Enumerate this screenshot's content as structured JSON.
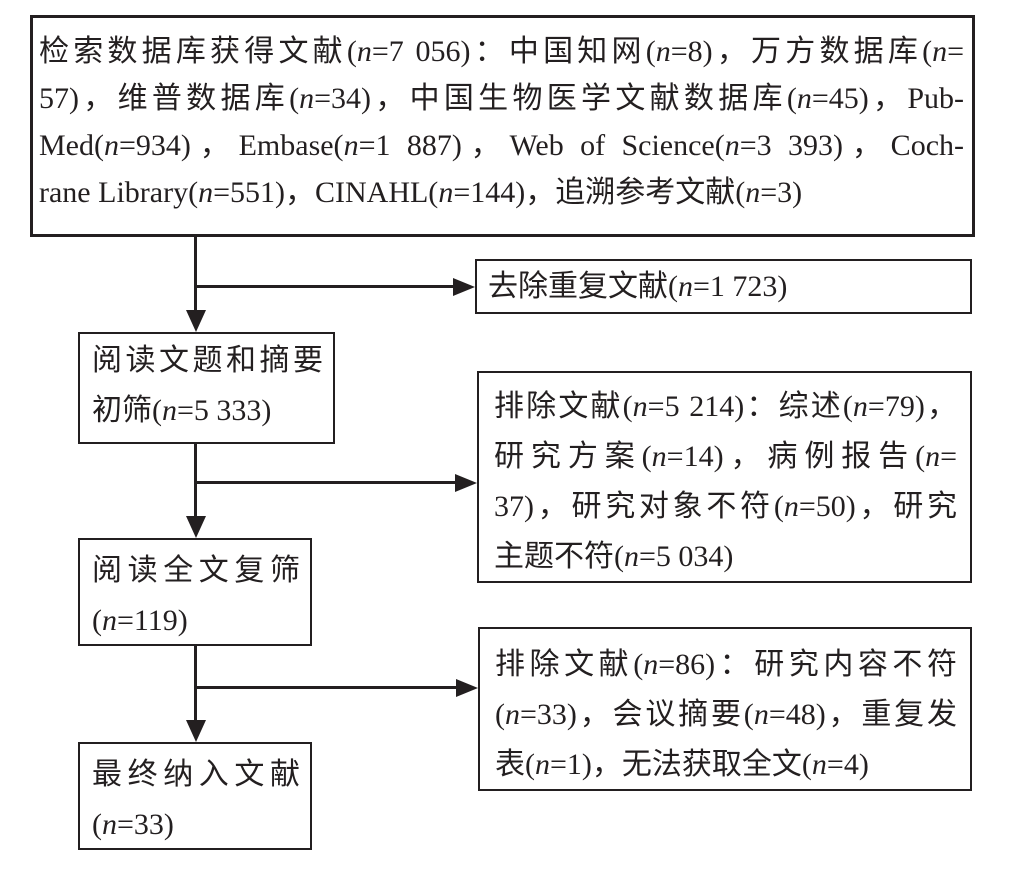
{
  "colors": {
    "ink": "#231f20",
    "paper": "#ffffff"
  },
  "flowchart": {
    "identification": {
      "lines": [
        "检索数据库获得文献(n=7 056)：中国知网(n=8)，万方数据库(n=",
        "57)，维普数据库(n=34)，中国生物医学文献数据库(n=45)，Pub-",
        "Med(n=934)，Embase(n=1 887)，Web of Science(n=3 393)，Coch-",
        "rane Library(n=551)，CINAHL(n=144)，追溯参考文献(n=3)"
      ]
    },
    "duplicates_removed": {
      "lines": [
        "去除重复文献(n=1 723)"
      ]
    },
    "initial_screening": {
      "lines": [
        "阅读文题和摘要",
        "初筛(n=5 333)"
      ]
    },
    "excluded_initial": {
      "lines": [
        "排除文献(n=5 214)：综述(n=79)，",
        "研究方案(n=14)，病例报告(n=",
        "37)，研究对象不符(n=50)，研究",
        "主题不符(n=5 034)"
      ]
    },
    "fulltext_screening": {
      "lines": [
        "阅读全文复筛",
        "(n=119)"
      ]
    },
    "excluded_fulltext": {
      "lines": [
        "排除文献(n=86)：研究内容不符",
        "(n=33)，会议摘要(n=48)，重复发",
        "表(n=1)，无法获取全文(n=4)"
      ]
    },
    "included": {
      "lines": [
        "最终纳入文献",
        "(n=33)"
      ]
    }
  }
}
